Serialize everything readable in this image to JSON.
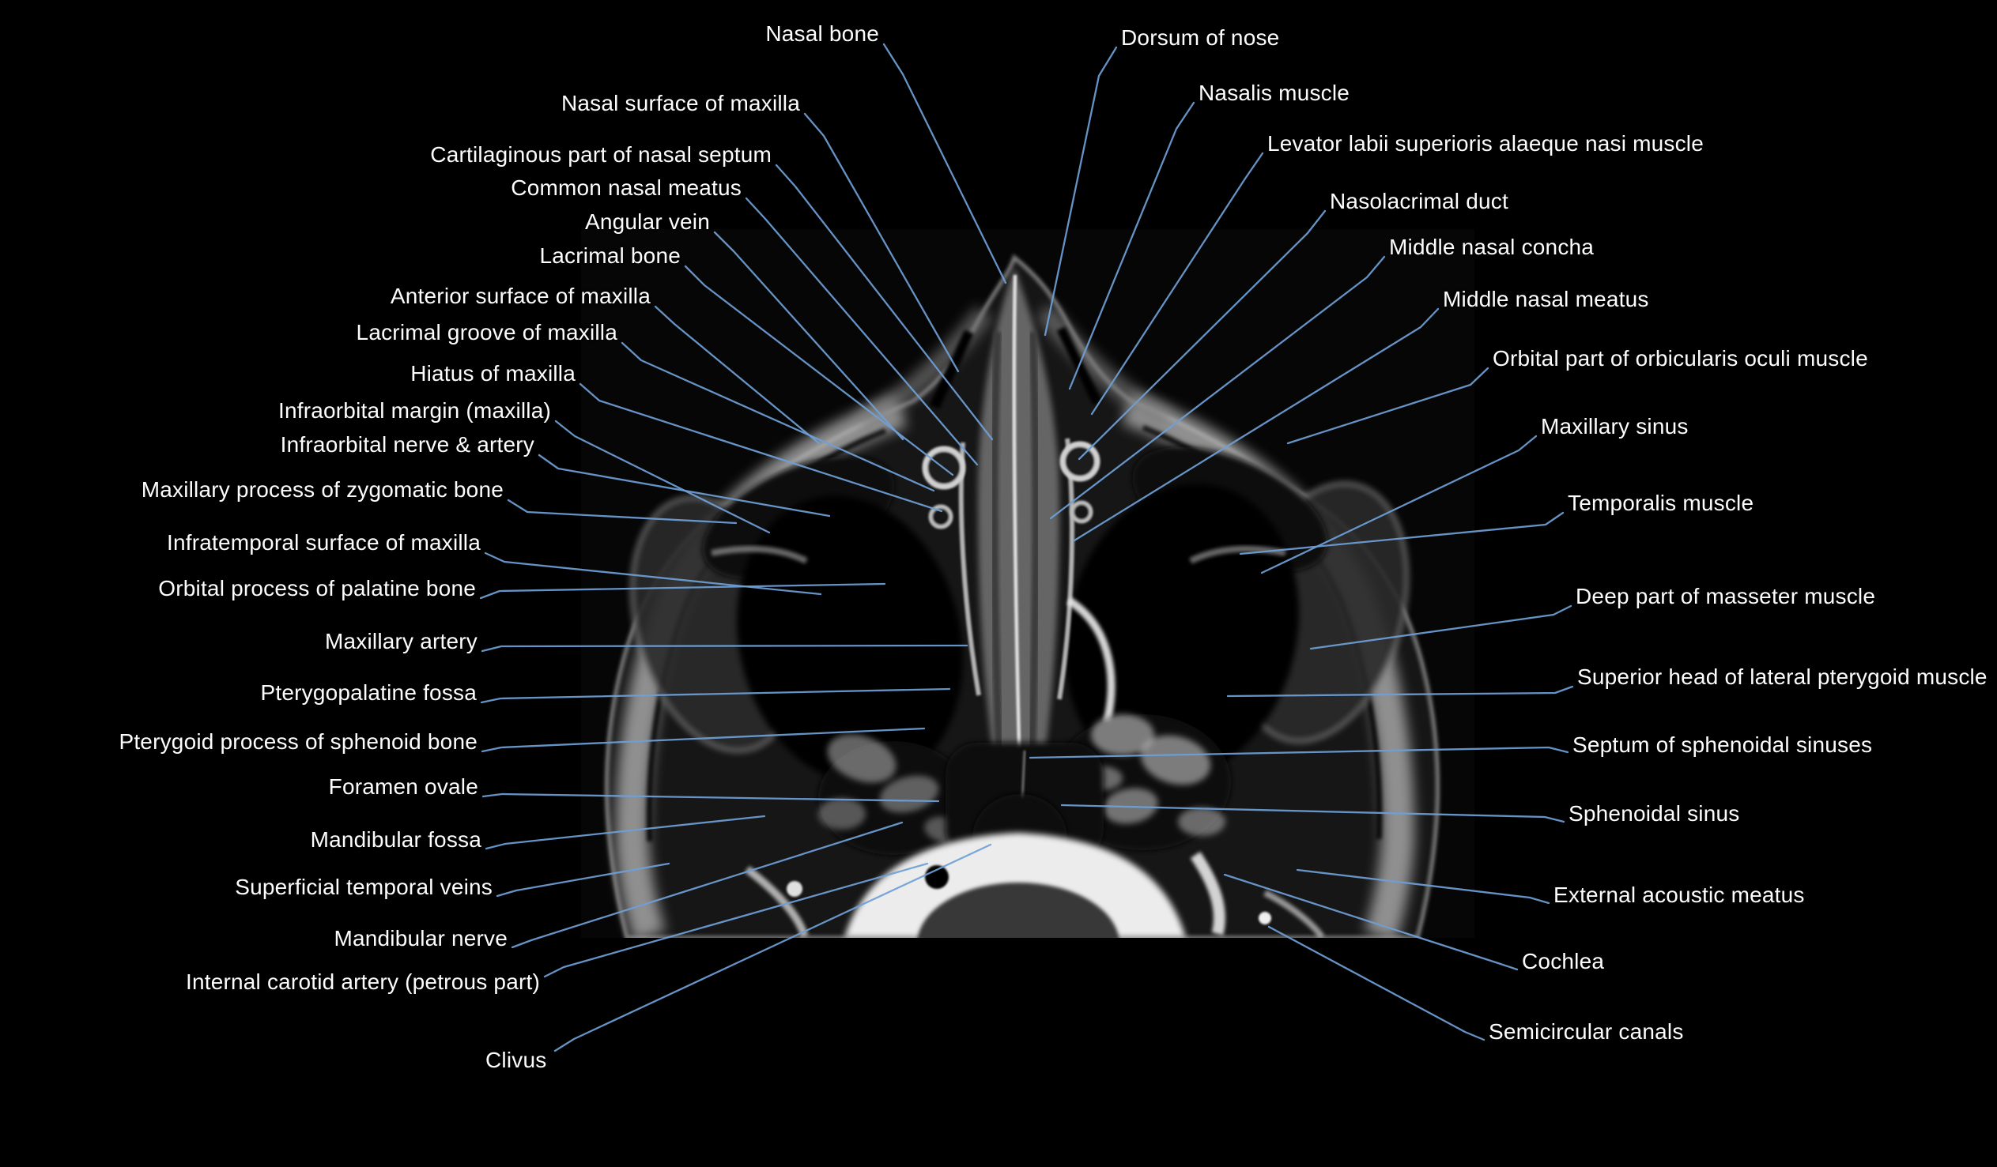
{
  "figure": {
    "subject": "Axial MRI section of the head at the level of the nose and maxillary sinuses with anatomical annotations",
    "background_color": "#000000",
    "label_text_color": "#fdfdfd",
    "leader_line_color": "#6f9fd6"
  },
  "labels": [
    {
      "id": "nasal-bone",
      "side": "left",
      "text": "Nasal bone"
    },
    {
      "id": "nasal-surface-of-maxilla",
      "side": "left",
      "text": "Nasal surface of maxilla"
    },
    {
      "id": "cartilaginous-part-of-nasal-septum",
      "side": "left",
      "text": "Cartilaginous part of nasal septum"
    },
    {
      "id": "common-nasal-meatus",
      "side": "left",
      "text": "Common nasal meatus"
    },
    {
      "id": "angular-vein",
      "side": "left",
      "text": "Angular vein"
    },
    {
      "id": "lacrimal-bone",
      "side": "left",
      "text": "Lacrimal bone"
    },
    {
      "id": "anterior-surface-of-maxilla",
      "side": "left",
      "text": "Anterior surface of maxilla"
    },
    {
      "id": "lacrimal-groove-of-maxilla",
      "side": "left",
      "text": "Lacrimal groove of maxilla"
    },
    {
      "id": "hiatus-of-maxilla",
      "side": "left",
      "text": "Hiatus of maxilla"
    },
    {
      "id": "infraorbital-margin-maxilla",
      "side": "left",
      "text": "Infraorbital margin (maxilla)"
    },
    {
      "id": "infraorbital-nerve-artery",
      "side": "left",
      "text": "Infraorbital nerve & artery"
    },
    {
      "id": "maxillary-process-of-zygomatic-bone",
      "side": "left",
      "text": "Maxillary process of zygomatic bone"
    },
    {
      "id": "infratemporal-surface-of-maxilla",
      "side": "left",
      "text": "Infratemporal surface of maxilla"
    },
    {
      "id": "orbital-process-of-palatine-bone",
      "side": "left",
      "text": "Orbital process of palatine bone"
    },
    {
      "id": "maxillary-artery",
      "side": "left",
      "text": "Maxillary artery"
    },
    {
      "id": "pterygopalatine-fossa",
      "side": "left",
      "text": "Pterygopalatine fossa"
    },
    {
      "id": "pterygoid-process-of-sphenoid-bone",
      "side": "left",
      "text": "Pterygoid process of sphenoid bone"
    },
    {
      "id": "foramen-ovale",
      "side": "left",
      "text": "Foramen ovale"
    },
    {
      "id": "mandibular-fossa",
      "side": "left",
      "text": "Mandibular fossa"
    },
    {
      "id": "superficial-temporal-veins",
      "side": "left",
      "text": "Superficial temporal veins"
    },
    {
      "id": "mandibular-nerve",
      "side": "left",
      "text": "Mandibular nerve"
    },
    {
      "id": "internal-carotid-artery-petrous-part",
      "side": "left",
      "text": "Internal carotid artery (petrous part)"
    },
    {
      "id": "clivus",
      "side": "left",
      "text": "Clivus"
    },
    {
      "id": "dorsum-of-nose",
      "side": "right",
      "text": "Dorsum of nose"
    },
    {
      "id": "nasalis-muscle",
      "side": "right",
      "text": "Nasalis muscle"
    },
    {
      "id": "levator-labii-superioris-alaeque-nasi-muscle",
      "side": "right",
      "text": "Levator labii superioris alaeque nasi muscle"
    },
    {
      "id": "nasolacrimal-duct",
      "side": "right",
      "text": "Nasolacrimal duct"
    },
    {
      "id": "middle-nasal-concha",
      "side": "right",
      "text": "Middle nasal concha"
    },
    {
      "id": "middle-nasal-meatus",
      "side": "right",
      "text": "Middle nasal meatus"
    },
    {
      "id": "orbital-part-of-orbicularis-oculi-muscle",
      "side": "right",
      "text": "Orbital part of orbicularis oculi muscle"
    },
    {
      "id": "maxillary-sinus",
      "side": "right",
      "text": "Maxillary sinus"
    },
    {
      "id": "temporalis-muscle",
      "side": "right",
      "text": "Temporalis muscle"
    },
    {
      "id": "deep-part-of-masseter-muscle",
      "side": "right",
      "text": "Deep part of masseter muscle"
    },
    {
      "id": "superior-head-of-lateral-pterygoid-muscle",
      "side": "right",
      "text": "Superior head of lateral pterygoid muscle"
    },
    {
      "id": "septum-of-sphenoidal-sinuses",
      "side": "right",
      "text": "Septum of sphenoidal sinuses"
    },
    {
      "id": "sphenoidal-sinus",
      "side": "right",
      "text": "Sphenoidal sinus"
    },
    {
      "id": "external-acoustic-meatus",
      "side": "right",
      "text": "External acoustic meatus"
    },
    {
      "id": "cochlea",
      "side": "right",
      "text": "Cochlea"
    },
    {
      "id": "semicircular-canals",
      "side": "right",
      "text": "Semicircular canals"
    }
  ]
}
